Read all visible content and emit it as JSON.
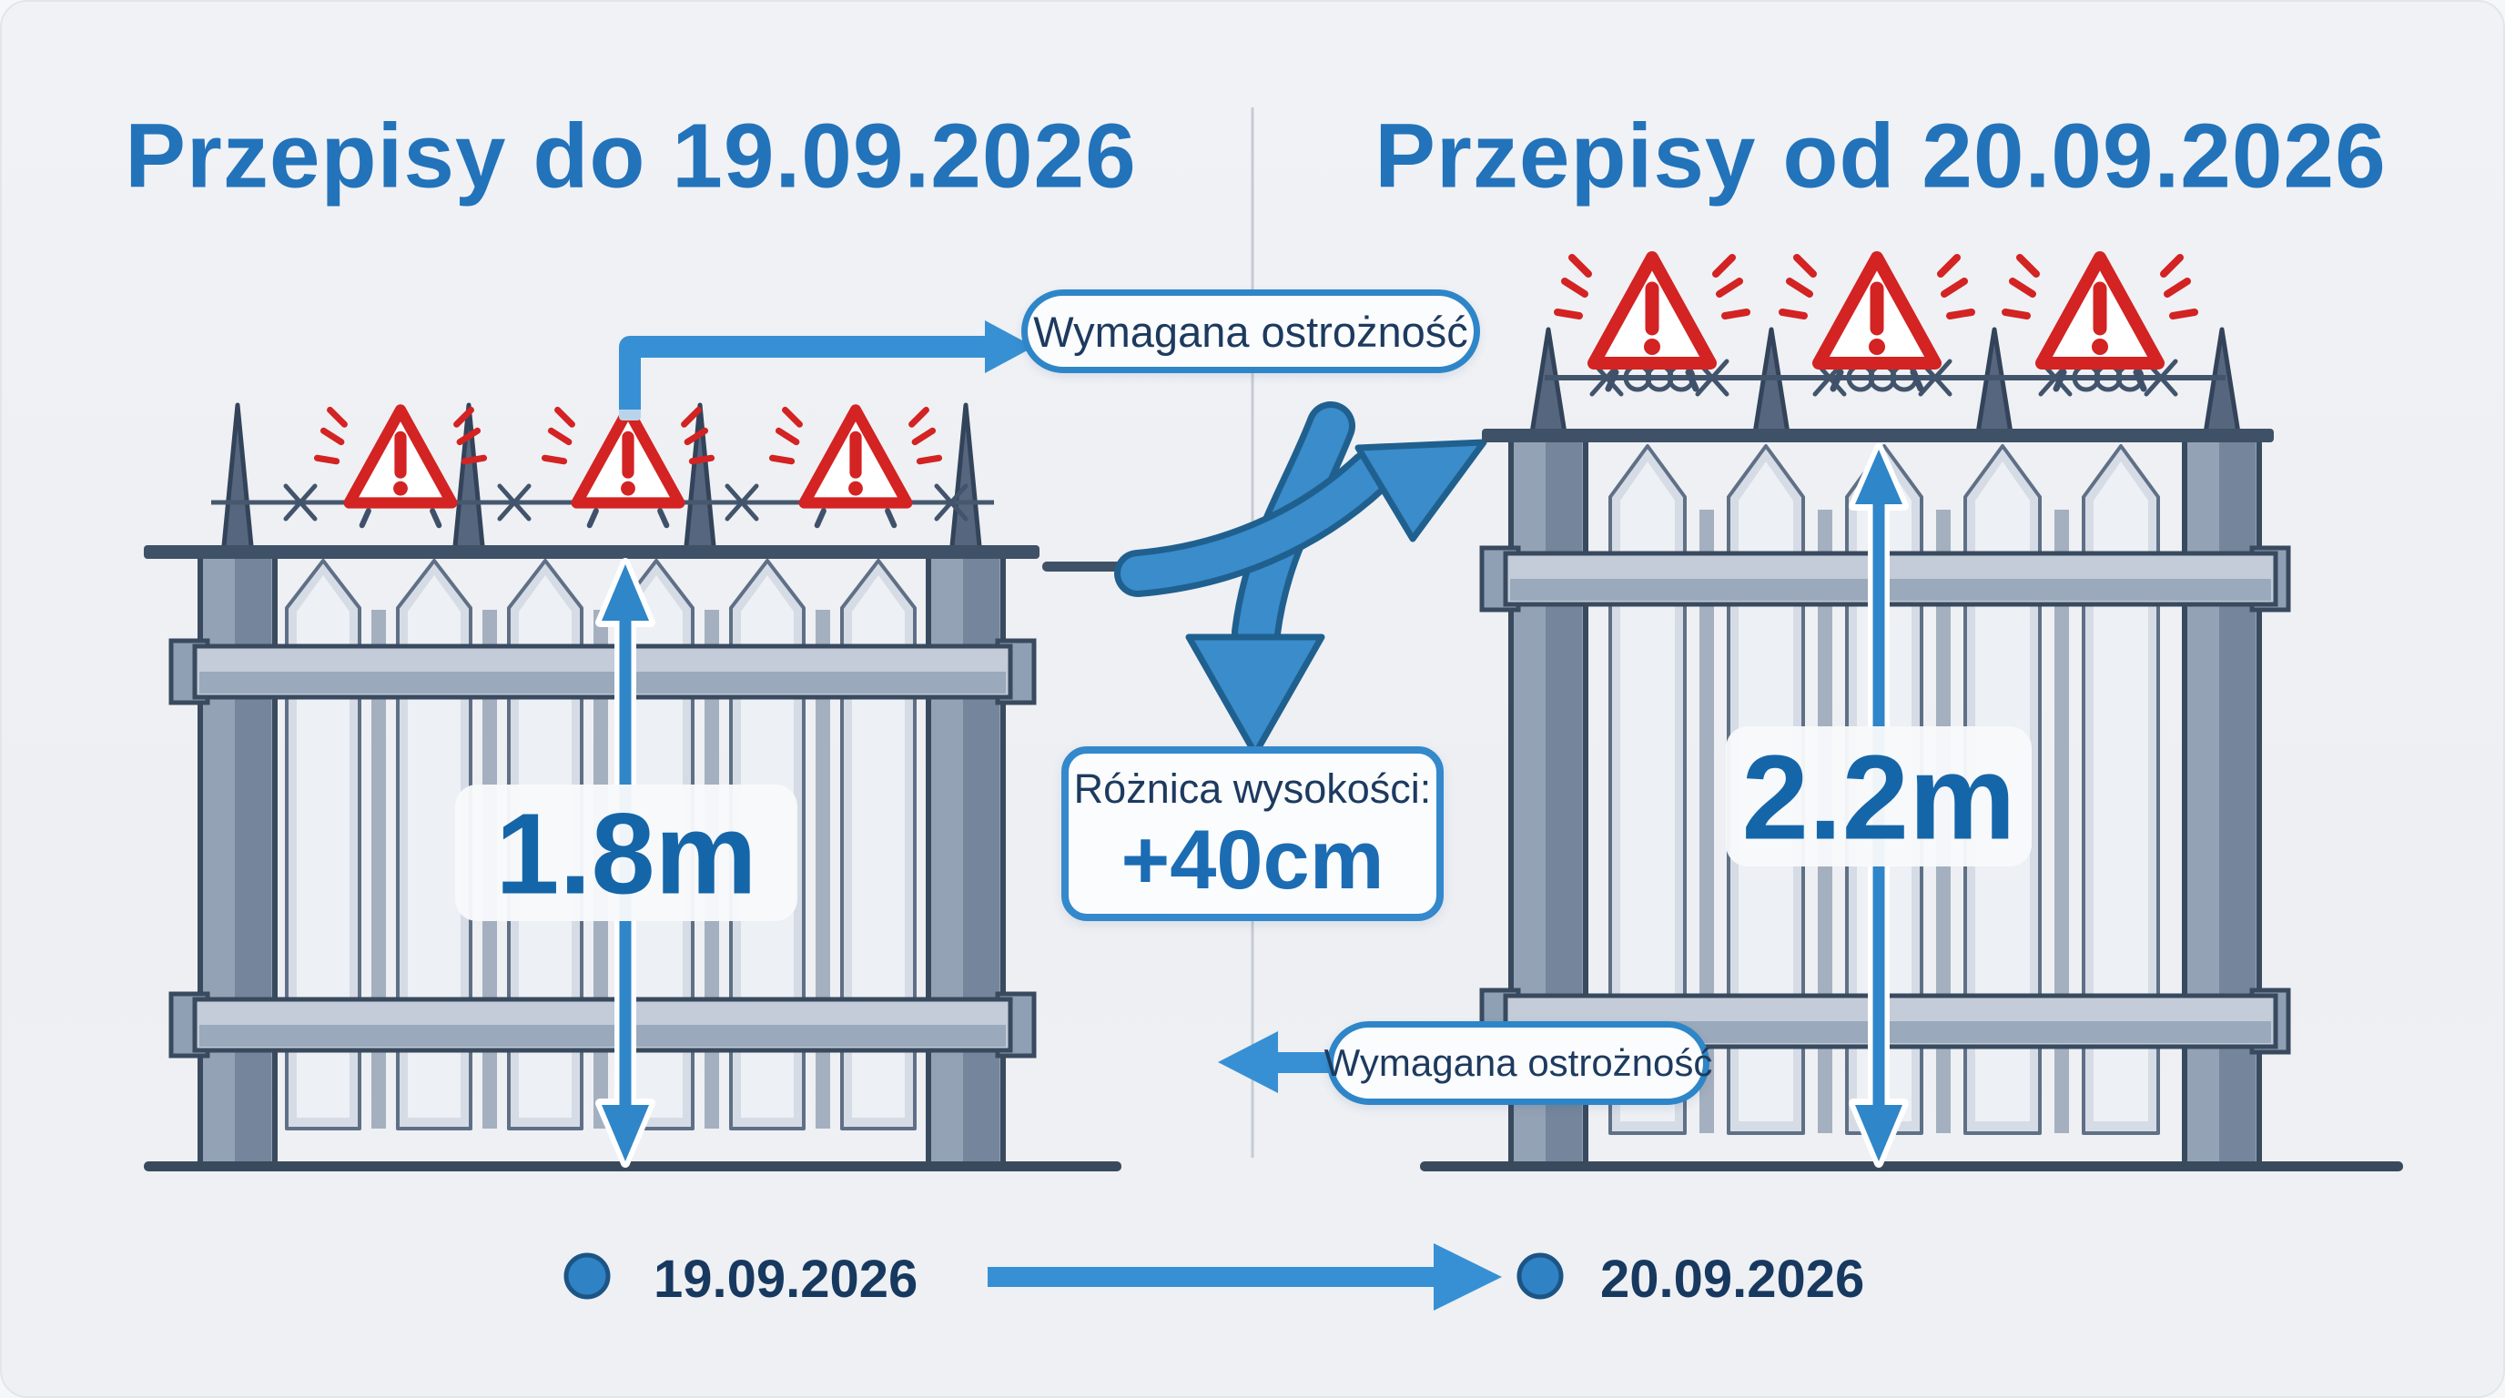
{
  "left_panel": {
    "title": "Przepisy do 19.09.2026",
    "fence_height": "1.8m"
  },
  "right_panel": {
    "title": "Przepisy od 20.09.2026",
    "fence_height": "2.2m"
  },
  "callouts": {
    "caution_top": "Wymagana ostrożność",
    "caution_bottom": "Wymagana ostrożność",
    "difference_title": "Różnica wysokości:",
    "difference_value": "+40cm"
  },
  "timeline": {
    "from_date": "19.09.2026",
    "to_date": "20.09.2026"
  },
  "icons": {
    "warning": "warning-triangle-icon",
    "barbed_wire": "barbed-wire-icon",
    "spike": "fence-spike-icon",
    "dot": "timeline-dot-icon",
    "arrow": "blue-arrow-icon"
  },
  "colors": {
    "accent_blue": "#3389cc",
    "title_blue": "#2273ba",
    "number_blue": "#1566a9",
    "navy_text": "#1d3a5f",
    "warning_red": "#d32322",
    "steel_dark": "#3c4d63",
    "background": "#eef0f4"
  }
}
